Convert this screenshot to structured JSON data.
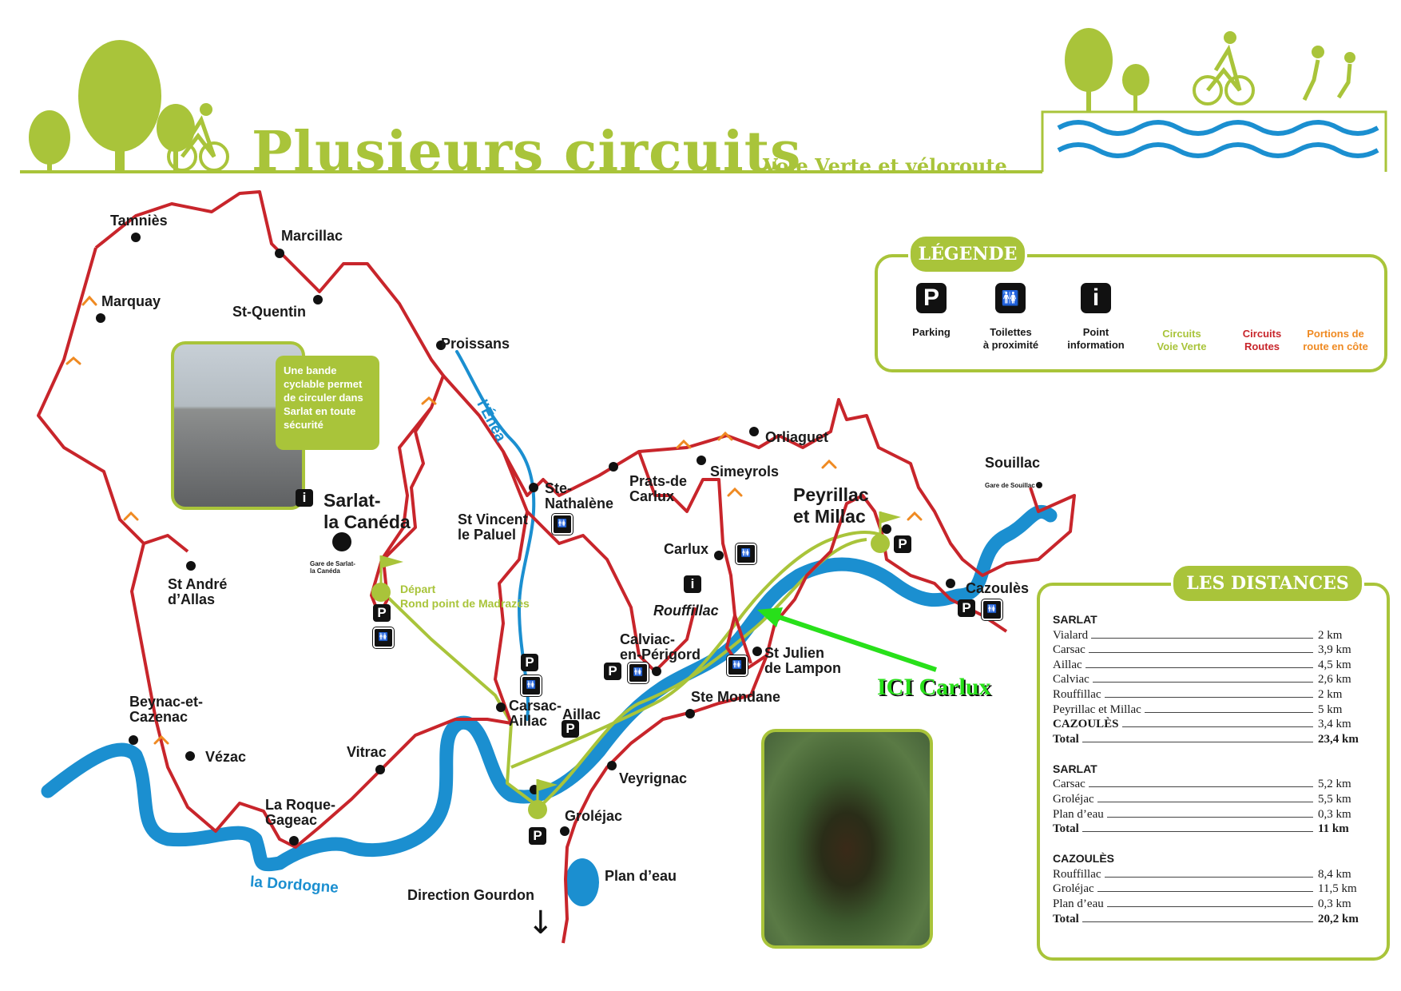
{
  "header": {
    "title": "Plusieurs circuits",
    "subtitle": "Voie Verte et véloroute"
  },
  "colors": {
    "brand_green": "#a9c43a",
    "route_red": "#c8252b",
    "river_blue": "#1b8fd0",
    "slope_orange": "#ef8a22",
    "annotation_green": "#28e01a"
  },
  "map": {
    "places": {
      "tamnies": "Tamniès",
      "marcillac": "Marcillac",
      "marquay": "Marquay",
      "st_quentin": "St-Quentin",
      "proissans": "Proissans",
      "sarlat": "Sarlat-\nla Canéda",
      "gare_sarlat": "Gare de Sarlat-\nla Canéda",
      "st_andre": "St André\nd’Allas",
      "depart": "Départ\nRond point de Madrazès",
      "beynac": "Beynac-et-\nCazenac",
      "vezac": "Vézac",
      "vitrac": "Vitrac",
      "la_roque": "La Roque-\nGageac",
      "ste_nathalene": "Ste-\nNathalène",
      "st_vincent": "St Vincent\nle Paluel",
      "prats": "Prats-de\nCarlux",
      "simeyrols": "Simeyrols",
      "orliaguet": "Orliaguet",
      "peyrillac": "Peyrillac\net Millac",
      "souillac": "Souillac",
      "gare_souillac": "Gare de Souillac",
      "carlux": "Carlux",
      "rouffillac": "Rouffillac",
      "cazoules": "Cazoulès",
      "calviac": "Calviac-\nen-Périgord",
      "st_julien": "St Julien\nde Lampon",
      "ste_mondane": "Ste Mondane",
      "carsac": "Carsac-\nAillac",
      "aillac": "Aillac",
      "veyrignac": "Veyrignac",
      "grolejac": "Groléjac",
      "plan_eau": "Plan d’eau",
      "direction_gourdon": "Direction Gourdon"
    },
    "rivers": {
      "enea": "l’Énéa",
      "dordogne": "la Dordogne"
    },
    "callout": "Une bande cyclable permet de circuler dans Sarlat en toute sécurité",
    "annotation": "ICI Carlux",
    "icons": {
      "parking": "P",
      "info": "i",
      "toilets": "🚻"
    }
  },
  "legend": {
    "title": "LÉGENDE",
    "items": [
      {
        "icon": "parking-icon",
        "label": "Parking"
      },
      {
        "icon": "toilets-icon",
        "label": "Toilettes\nà proximité"
      },
      {
        "icon": "info-icon",
        "label": "Point\ninformation"
      },
      {
        "icon": "green-line",
        "label": "Circuits\nVoie Verte"
      },
      {
        "icon": "red-line",
        "label": "Circuits\nRoutes"
      },
      {
        "icon": "orange-chevron",
        "label": "Portions de\nroute en côte"
      }
    ]
  },
  "distances": {
    "title": "LES DISTANCES",
    "groups": [
      {
        "title": "SARLAT",
        "rows": [
          {
            "name": "Vialard",
            "km": "2 km"
          },
          {
            "name": "Carsac",
            "km": "3,9 km"
          },
          {
            "name": "Aillac",
            "km": "4,5 km"
          },
          {
            "name": "Calviac",
            "km": "2,6 km"
          },
          {
            "name": "Rouffillac",
            "km": "2 km"
          },
          {
            "name": "Peyrillac et Millac",
            "km": "5 km"
          },
          {
            "name": "CAZOULÈS",
            "km": "3,4 km"
          }
        ],
        "total": {
          "name": "Total",
          "km": "23,4 km"
        }
      },
      {
        "title": "SARLAT",
        "rows": [
          {
            "name": "Carsac",
            "km": "5,2 km"
          },
          {
            "name": "Groléjac",
            "km": "5,5 km"
          },
          {
            "name": "Plan d’eau",
            "km": "0,3 km"
          }
        ],
        "total": {
          "name": "Total",
          "km": "11 km"
        }
      },
      {
        "title": "CAZOULÈS",
        "rows": [
          {
            "name": "Rouffillac",
            "km": "8,4 km"
          },
          {
            "name": "Groléjac",
            "km": "11,5 km"
          },
          {
            "name": "Plan d’eau",
            "km": "0,3 km"
          }
        ],
        "total": {
          "name": "Total",
          "km": "20,2 km"
        }
      }
    ]
  }
}
